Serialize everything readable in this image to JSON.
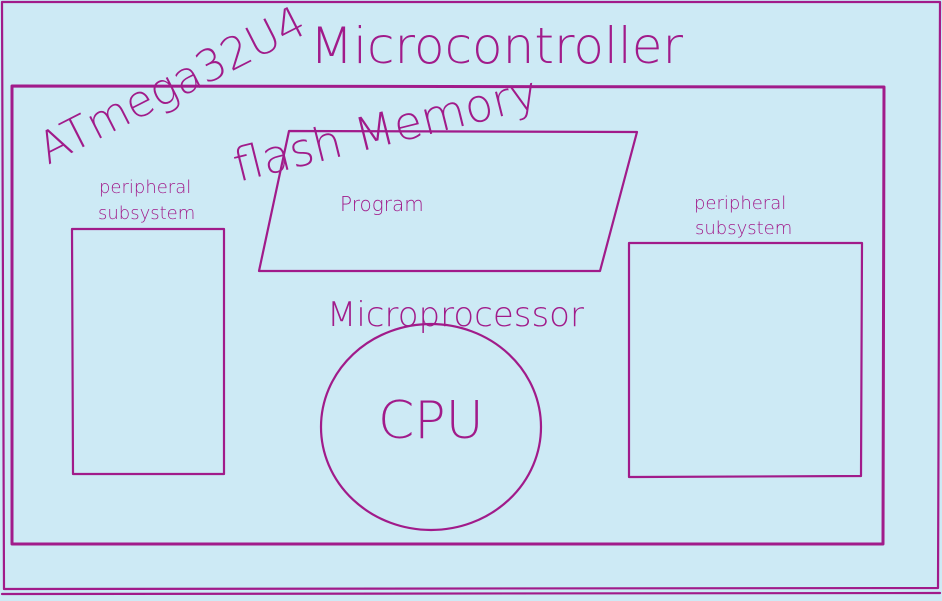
{
  "diagram": {
    "title": "Microcontroller",
    "chip_name": "ATmega32U4",
    "flash_memory_label": "flash Memory",
    "program_label": "Program",
    "microprocessor_label": "Microprocessor",
    "cpu_label": "CPU",
    "peripheral_left": {
      "line1": "peripheral",
      "line2": "subsystem"
    },
    "peripheral_right": {
      "line1": "peripheral",
      "line2": "subsystem"
    }
  },
  "colors": {
    "background": "#cdeaf5",
    "ink": "#a11b8a"
  }
}
